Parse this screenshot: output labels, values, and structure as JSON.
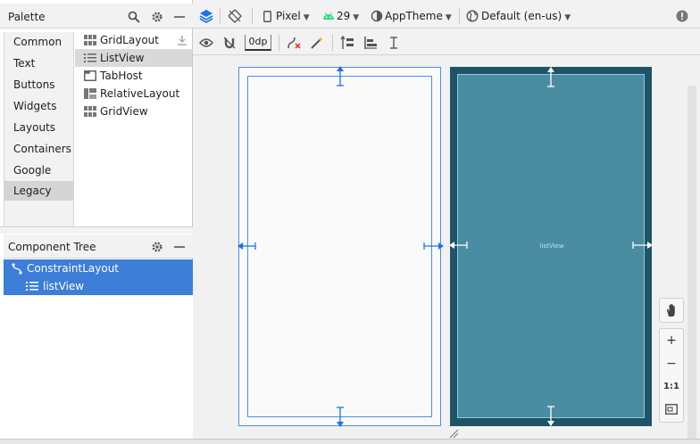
{
  "palette": {
    "title": "Palette",
    "categories": [
      {
        "label": "Common",
        "selected": false
      },
      {
        "label": "Text",
        "selected": false
      },
      {
        "label": "Buttons",
        "selected": false
      },
      {
        "label": "Widgets",
        "selected": false
      },
      {
        "label": "Layouts",
        "selected": false
      },
      {
        "label": "Containers",
        "selected": false
      },
      {
        "label": "Google",
        "selected": false
      },
      {
        "label": "Legacy",
        "selected": true
      }
    ],
    "widgets": [
      {
        "label": "GridLayout",
        "icon": "grid-layout-icon",
        "selected": false
      },
      {
        "label": "ListView",
        "icon": "list-view-icon",
        "selected": true
      },
      {
        "label": "TabHost",
        "icon": "tab-host-icon",
        "selected": false
      },
      {
        "label": "RelativeLayout",
        "icon": "relative-layout-icon",
        "selected": false
      },
      {
        "label": "GridView",
        "icon": "grid-view-icon",
        "selected": false
      }
    ]
  },
  "component_tree": {
    "title": "Component Tree",
    "nodes": [
      {
        "label": "ConstraintLayout",
        "icon": "constraint-layout-icon"
      },
      {
        "label": "listView",
        "icon": "list-view-icon"
      }
    ]
  },
  "toolbar": {
    "device": "Pixel",
    "api_level": "29",
    "theme": "AppTheme",
    "locale": "Default (en-us)",
    "default_margin": "0dp"
  },
  "canvas": {
    "design_label": "listView"
  },
  "zoom": {
    "zoom_in": "+",
    "zoom_out": "−",
    "actual_size": "1:1"
  },
  "colors": {
    "accent": "#1a73e8",
    "tree_selection": "#3d7ed8",
    "design_background": "#1f5468",
    "design_fill": "#4a8ca2"
  }
}
